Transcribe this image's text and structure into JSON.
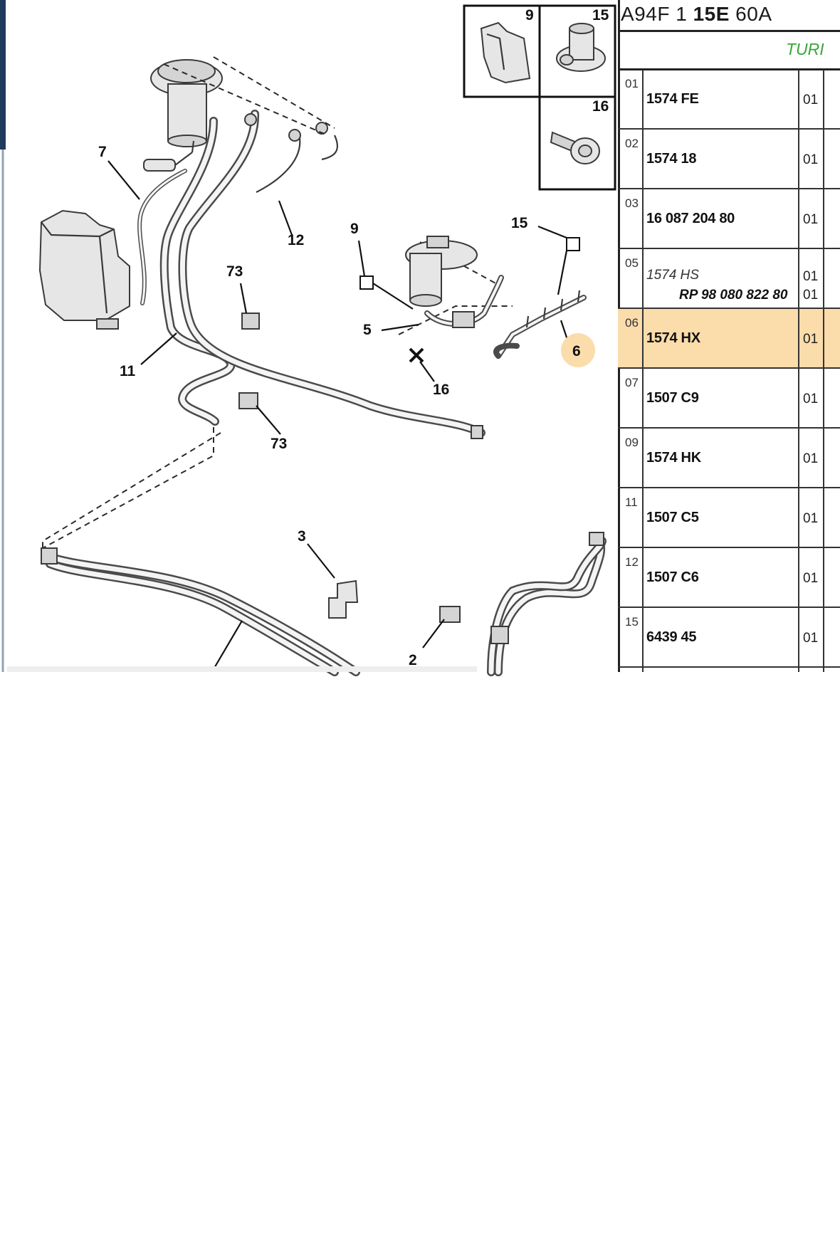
{
  "diagram": {
    "callouts": [
      "7",
      "12",
      "11",
      "73",
      "73",
      "9",
      "5",
      "16",
      "15",
      "6",
      "3",
      "2"
    ],
    "inset_numbers": [
      "9",
      "15",
      "16"
    ],
    "highlight_color": "#fbdcab"
  },
  "panel": {
    "code_prefix": "A94F 1 ",
    "code_bold": "15E",
    "code_suffix": " 60A",
    "subtitle": "TURI",
    "rows": [
      {
        "idx": "01",
        "ref": "1574 FE",
        "qty": "01",
        "highlight": false
      },
      {
        "idx": "02",
        "ref": "1574 18",
        "qty": "01",
        "highlight": false
      },
      {
        "idx": "03",
        "ref": "16 087 204 80",
        "qty": "01",
        "highlight": false
      },
      {
        "idx": "05",
        "ref": "1574 HS",
        "qty": "01",
        "ref2": "RP 98 080 822 80",
        "qty2": "01",
        "highlight": false
      },
      {
        "idx": "06",
        "ref": "1574 HX",
        "qty": "01",
        "highlight": true
      },
      {
        "idx": "07",
        "ref": "1507 C9",
        "qty": "01",
        "highlight": false
      },
      {
        "idx": "09",
        "ref": "1574 HK",
        "qty": "01",
        "highlight": false
      },
      {
        "idx": "11",
        "ref": "1507 C5",
        "qty": "01",
        "highlight": false
      },
      {
        "idx": "12",
        "ref": "1507 C6",
        "qty": "01",
        "highlight": false
      },
      {
        "idx": "15",
        "ref": "6439 45",
        "qty": "01",
        "highlight": false
      }
    ]
  }
}
